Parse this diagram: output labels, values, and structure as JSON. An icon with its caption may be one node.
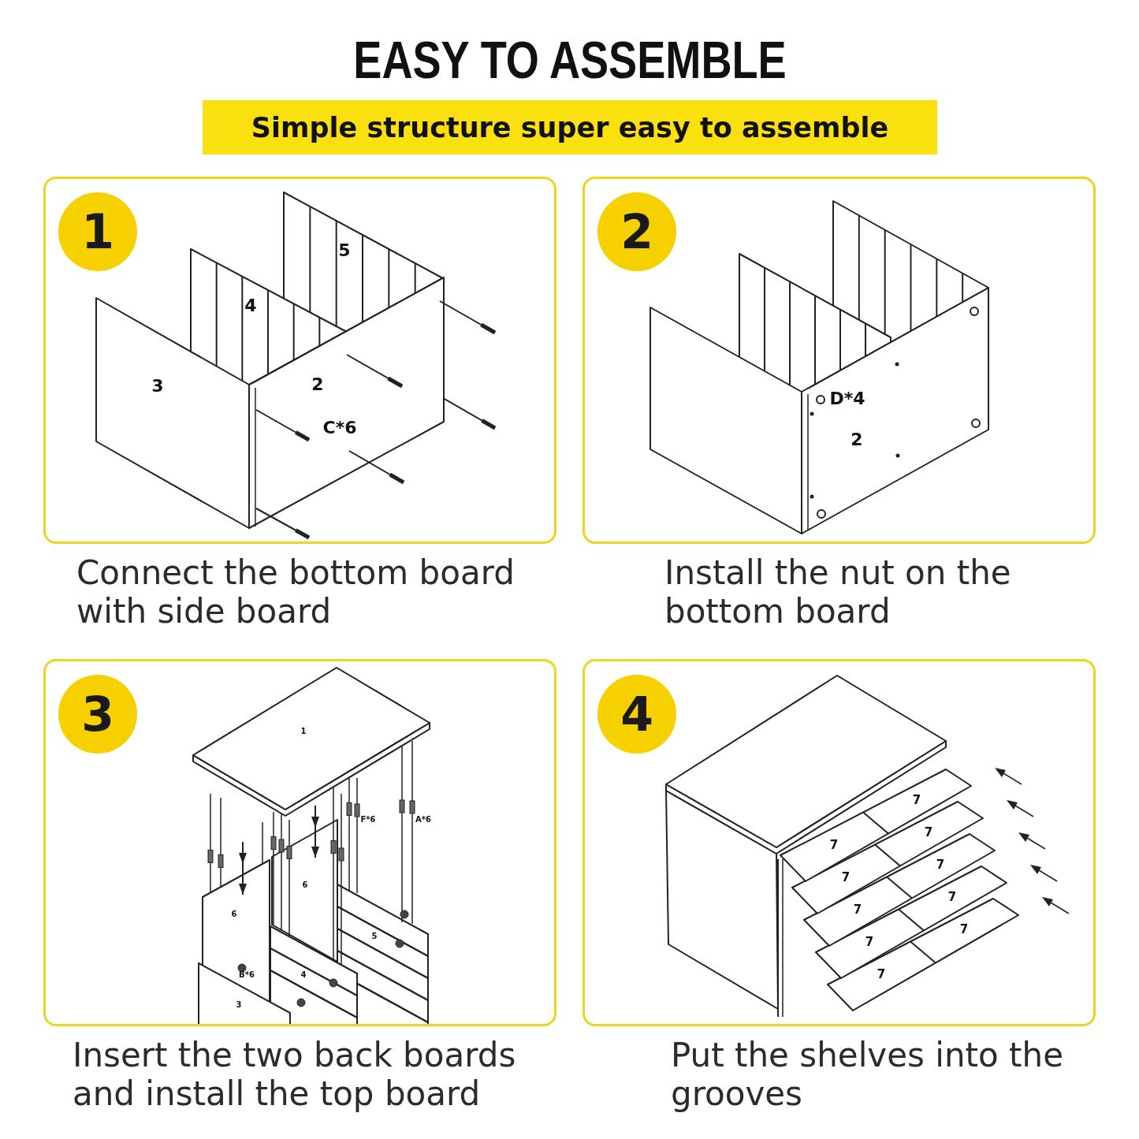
{
  "diagram": {
    "title": "EASY TO ASSEMBLE",
    "nodes": [
      {
        "text": [
          "Simple structure super easy to assemble"
        ]
      },
      {
        "text": [
          "Connect the bottom board with side board"
        ]
      },
      {
        "text": [
          "1"
        ],
        "in": 1
      },
      {
        "text": [
          "Install the nut on the bottom board"
        ]
      },
      {
        "text": [
          "2"
        ],
        "in": 3
      },
      {
        "text": [
          "Insert the two back boards and install the top board"
        ]
      },
      {
        "text": [
          "3"
        ],
        "in": 5
      },
      {
        "text": [
          "Put the shelves into the grooves"
        ]
      },
      {
        "text": [
          "4"
        ],
        "in": 7
      }
    ],
    "edges": [],
    "labels": [
      "5",
      "4",
      "3",
      "2",
      "C*6",
      "D*4",
      "2",
      "1",
      "F*6",
      "A*6",
      "6",
      "6",
      "5",
      "B*6",
      "4",
      "3",
      "7",
      "7",
      "7",
      "7",
      "7",
      "7",
      "7",
      "7",
      "7",
      "7"
    ]
  }
}
